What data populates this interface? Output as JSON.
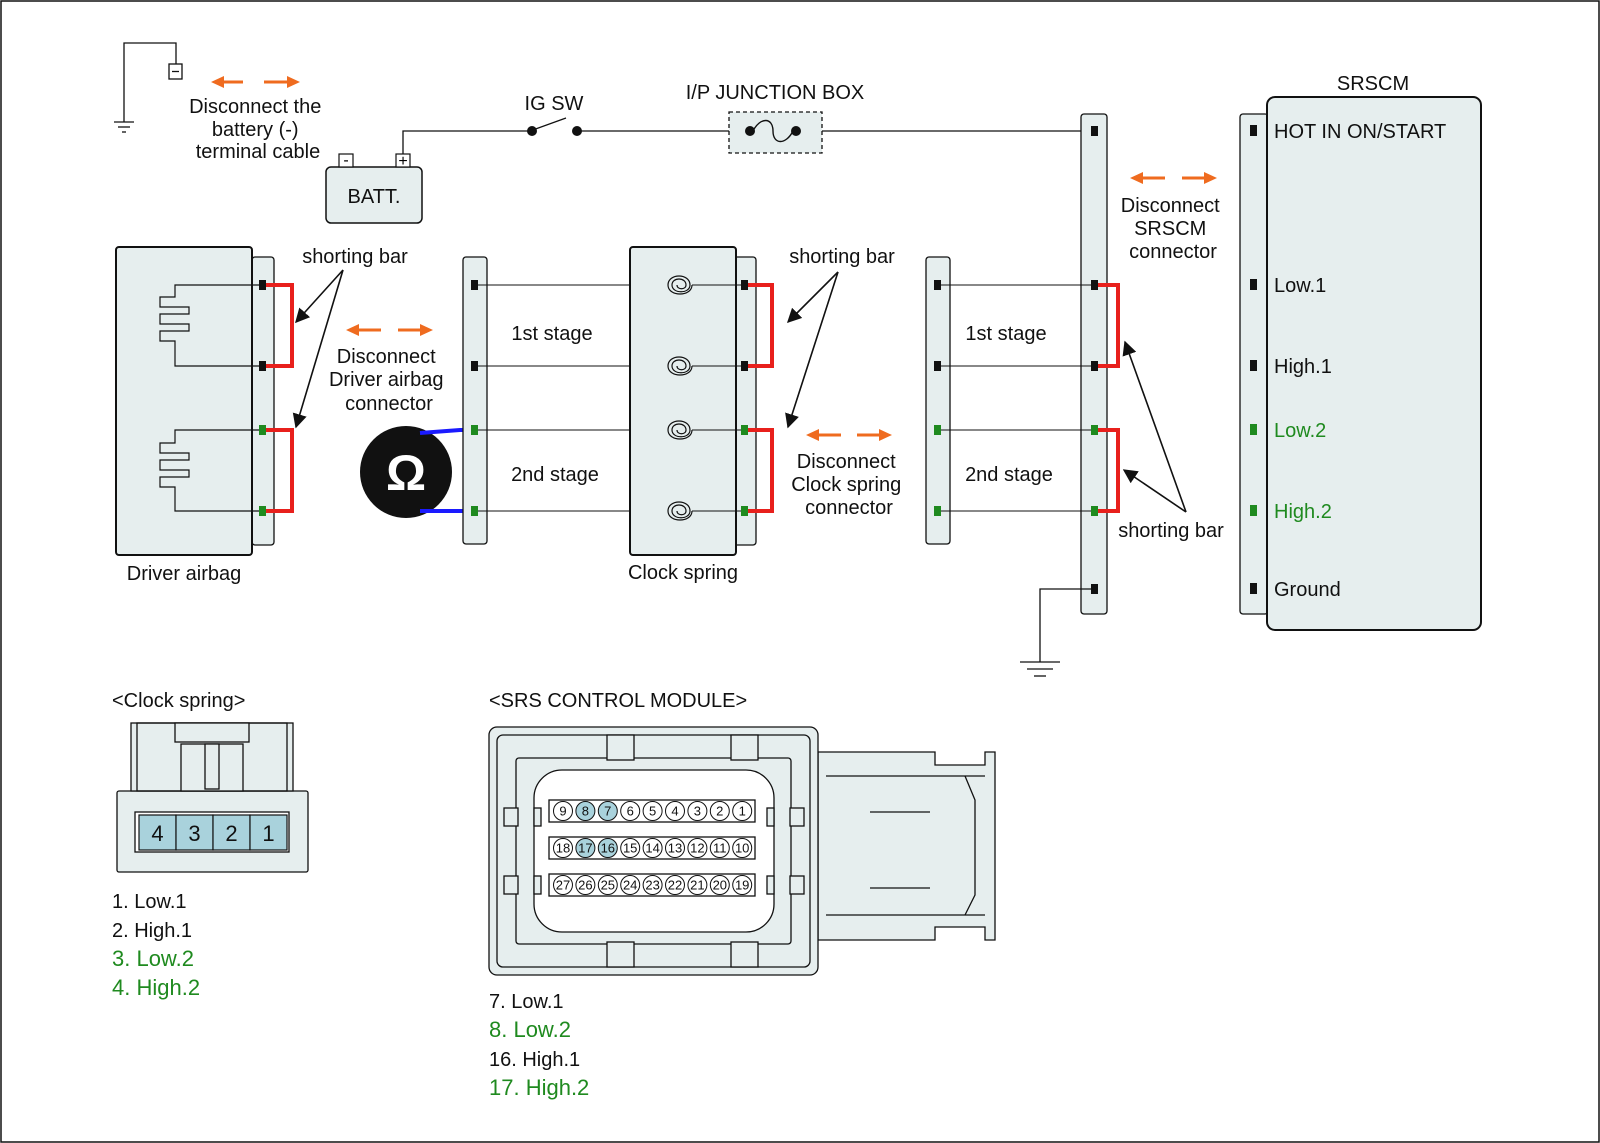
{
  "colors": {
    "box_fill": "#e6eeee",
    "stroke": "#111111",
    "green": "#1f8a1f",
    "shorting_bar": "#e8201c",
    "ohm_lead": "#1a1aff",
    "arrow": "#ef6b1f",
    "pin_highlight": "#a9d2dc"
  },
  "labels": {
    "disconnect_battery": [
      "Disconnect the",
      "battery (-)",
      "terminal cable"
    ],
    "batt": "BATT.",
    "batt_minus": "-",
    "batt_plus": "+",
    "ig_sw": "IG SW",
    "ip_junction_box": "I/P JUNCTION BOX",
    "srscm": "SRSCM",
    "disconnect_srscm": [
      "Disconnect",
      "SRSCM",
      "connector"
    ],
    "shorting_bar": "shorting bar",
    "disconnect_driver_airbag": [
      "Disconnect",
      "Driver airbag",
      "connector"
    ],
    "disconnect_clock_spring": [
      "Disconnect",
      "Clock spring",
      "connector"
    ],
    "first_stage": "1st stage",
    "second_stage": "2nd stage",
    "driver_airbag": "Driver airbag",
    "clock_spring": "Clock spring",
    "ohm_symbol": "Ω"
  },
  "srscm_terminals": [
    {
      "label": "HOT IN ON/START",
      "green": false
    },
    {
      "label": "Low.1",
      "green": false
    },
    {
      "label": "High.1",
      "green": false
    },
    {
      "label": "Low.2",
      "green": true
    },
    {
      "label": "High.2",
      "green": true
    },
    {
      "label": "Ground",
      "green": false
    }
  ],
  "clock_spring_connector": {
    "title": "<Clock spring>",
    "pins": [
      "4",
      "3",
      "2",
      "1"
    ],
    "legend": [
      {
        "text": "1. Low.1",
        "green": false
      },
      {
        "text": "2. High.1",
        "green": false
      },
      {
        "text": "3. Low.2",
        "green": true
      },
      {
        "text": "4. High.2",
        "green": true
      }
    ]
  },
  "srs_module_connector": {
    "title": "<SRS CONTROL MODULE>",
    "rows": [
      [
        "9",
        "8",
        "7",
        "6",
        "5",
        "4",
        "3",
        "2",
        "1"
      ],
      [
        "18",
        "17",
        "16",
        "15",
        "14",
        "13",
        "12",
        "11",
        "10"
      ],
      [
        "27",
        "26",
        "25",
        "24",
        "23",
        "22",
        "21",
        "20",
        "19"
      ]
    ],
    "highlighted": [
      "8",
      "7",
      "17",
      "16"
    ],
    "legend": [
      {
        "text": "7. Low.1",
        "green": false
      },
      {
        "text": "8. Low.2",
        "green": true
      },
      {
        "text": "16. High.1",
        "green": false
      },
      {
        "text": "17. High.2",
        "green": true
      }
    ]
  }
}
